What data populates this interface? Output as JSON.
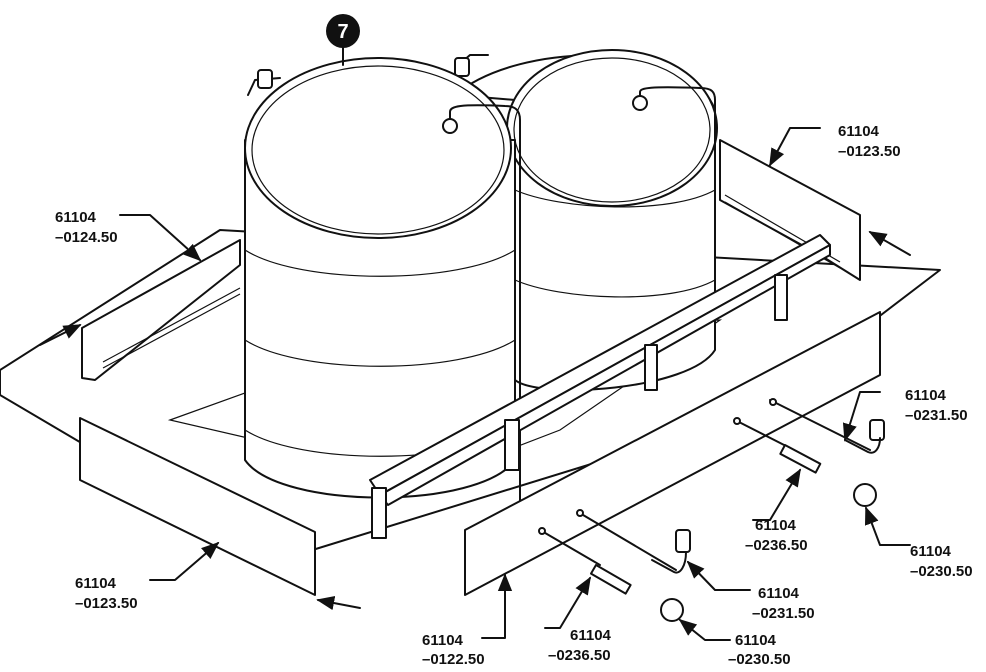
{
  "colors": {
    "ink": "#111111",
    "paper": "#ffffff"
  },
  "callout": {
    "number": "7"
  },
  "labels": {
    "l_0124_left": {
      "line1": "61104",
      "line2": "–0124.50"
    },
    "l_0123_topright": {
      "line1": "61104",
      "line2": "–0123.50"
    },
    "l_0231_right": {
      "line1": "61104",
      "line2": "–0231.50"
    },
    "l_0236_mid": {
      "line1": "61104",
      "line2": "–0236.50"
    },
    "l_0230_right": {
      "line1": "61104",
      "line2": "–0230.50"
    },
    "l_0123_bottomleft": {
      "line1": "61104",
      "line2": "–0123.50"
    },
    "l_0231_bottom": {
      "line1": "61104",
      "line2": "–0231.50"
    },
    "l_0122_bottom": {
      "line1": "61104",
      "line2": "–0122.50"
    },
    "l_0236_bottom": {
      "line1": "61104",
      "line2": "–0236.50"
    },
    "l_0230_bottom": {
      "line1": "61104",
      "line2": "–0230.50"
    }
  }
}
